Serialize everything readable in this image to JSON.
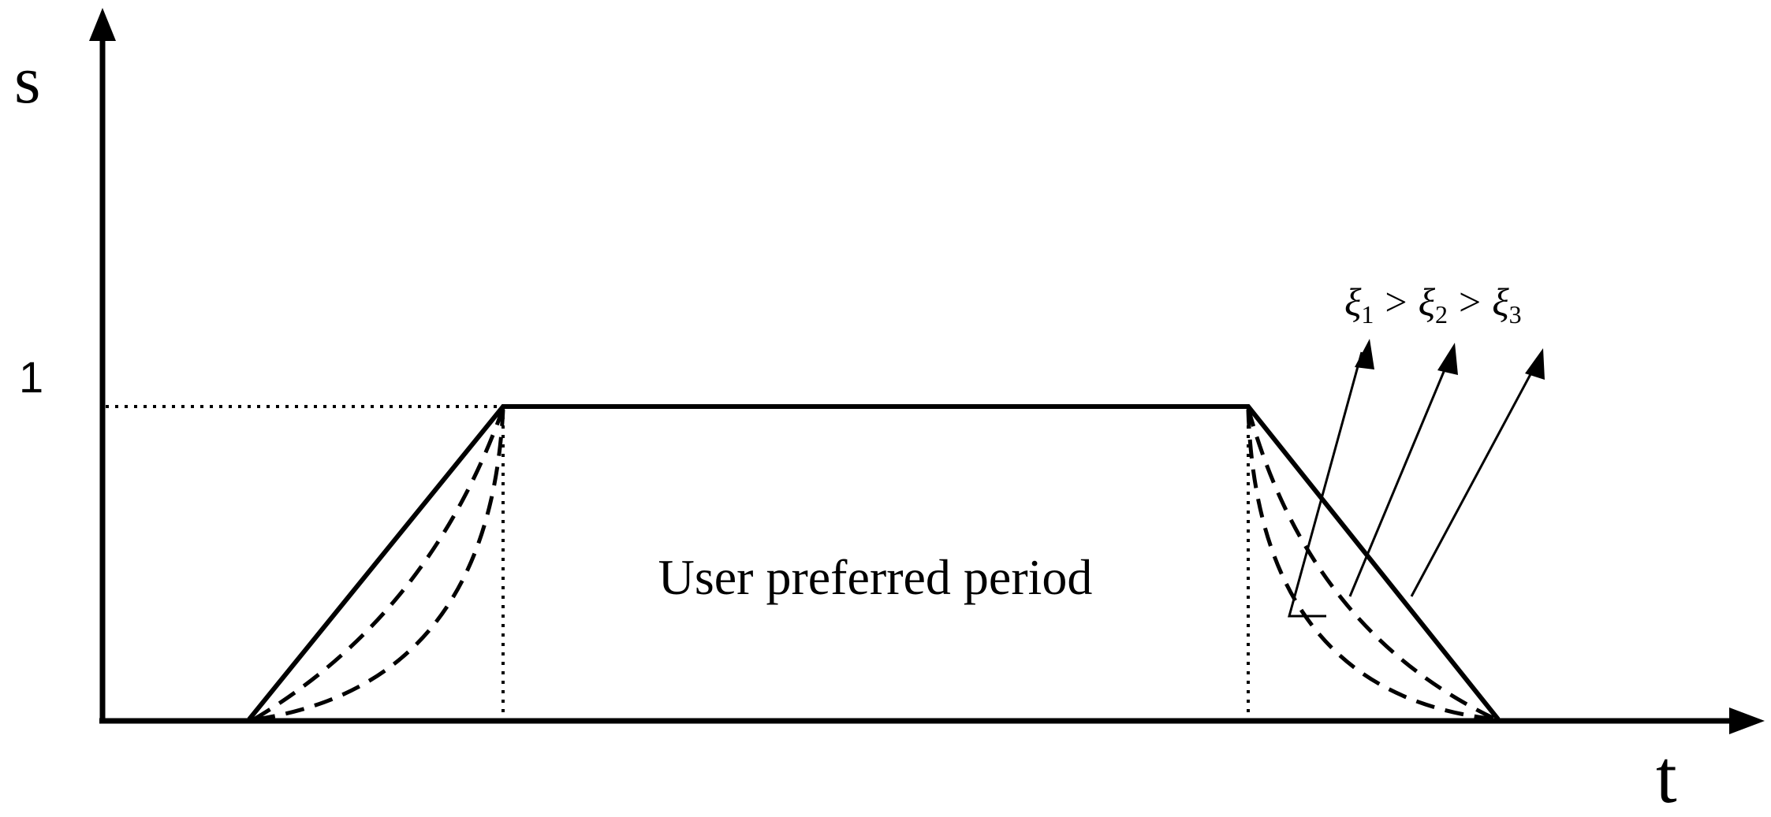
{
  "axes": {
    "y_label": "s",
    "x_label": "t",
    "y_tick_label": "1"
  },
  "annotation": {
    "region_label": "User preferred period",
    "relation": {
      "symbol": "ξ",
      "subscripts": [
        "1",
        "2",
        "3"
      ],
      "operator": ">"
    }
  },
  "colors": {
    "stroke": "#000000",
    "background": "#ffffff"
  }
}
